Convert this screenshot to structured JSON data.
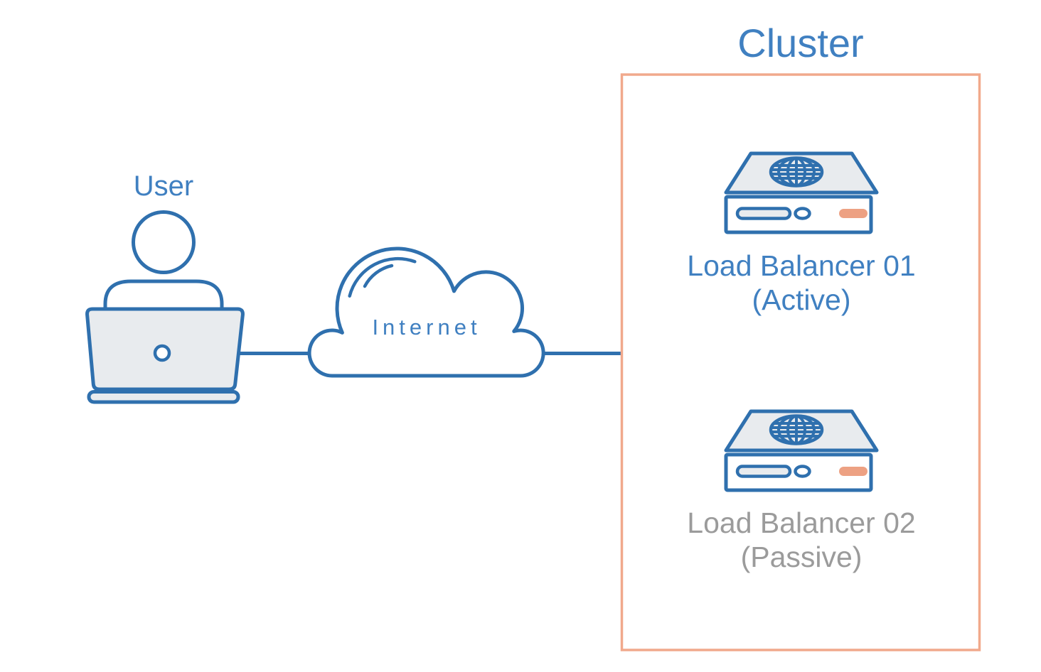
{
  "diagram": {
    "user": {
      "label": "User"
    },
    "internet": {
      "label": "Internet"
    },
    "cluster": {
      "title": "Cluster",
      "load_balancers": [
        {
          "name": "Load Balancer 01",
          "state": "(Active)"
        },
        {
          "name": "Load Balancer 02",
          "state": "(Passive)"
        }
      ]
    },
    "connections": [
      {
        "from": "user-laptop",
        "to": "internet-cloud"
      },
      {
        "from": "internet-cloud",
        "to": "cluster-box"
      }
    ],
    "icons": {
      "user": "person-at-laptop-icon",
      "internet": "cloud-icon",
      "load_balancer": "server-with-globe-icon"
    },
    "colors": {
      "stroke_blue": "#2f70ae",
      "text_blue": "#4080c1",
      "fill_gray": "#e8ebee",
      "cluster_border_orange": "#f1a98c",
      "led_orange": "#eda183",
      "passive_text_gray": "#9b9b9b",
      "background": "#ffffff"
    }
  }
}
